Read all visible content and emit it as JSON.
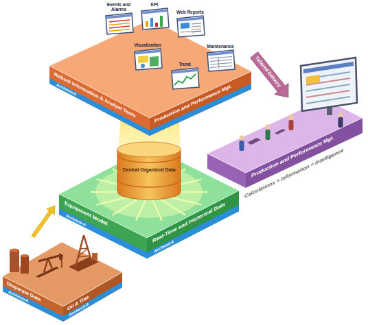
{
  "diagram": {
    "nodes": [
      {
        "text": [
          "Robust Information & Analyst Tools",
          "ArchestrA",
          "Production and Performance Mgt."
        ]
      },
      {
        "text": [
          "Events and Alarms"
        ],
        "in": 0
      },
      {
        "text": [
          "KPI"
        ],
        "in": 0
      },
      {
        "text": [
          "Web Reports"
        ],
        "in": 0
      },
      {
        "text": [
          "Visualization"
        ],
        "in": 0
      },
      {
        "text": [
          "Trend"
        ],
        "in": 0
      },
      {
        "text": [
          "Maintenance"
        ],
        "in": 0
      },
      {
        "text": [
          "Production and Performance Mgt."
        ]
      },
      {
        "text": [
          "Central Organized Data"
        ]
      },
      {
        "text": [
          "Equipment Model",
          "ArchestrA",
          "Real-Time and Historical Data",
          "ArchestrA"
        ]
      },
      {
        "text": [
          "Disparate Data",
          "ArchestrA",
          "Oil & Gas",
          "ArchestrA"
        ]
      }
    ],
    "edges": [
      {
        "from": 0,
        "to": 7,
        "arrow": "to",
        "label": "Tailored Delivery"
      },
      {
        "from": 10,
        "to": 9,
        "arrow": "to"
      }
    ],
    "labels": [
      "Calculations + Information = Intelligence"
    ]
  }
}
